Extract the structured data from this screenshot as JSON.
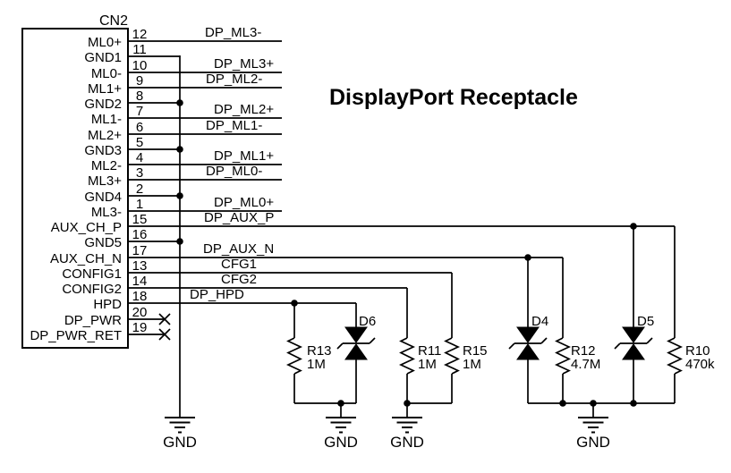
{
  "title": "DisplayPort Receptacle",
  "connector": {
    "ref": "CN2",
    "pins": [
      {
        "number": "12",
        "name": "ML0+"
      },
      {
        "number": "11",
        "name": "GND1"
      },
      {
        "number": "10",
        "name": "ML0-"
      },
      {
        "number": "9",
        "name": "ML1+"
      },
      {
        "number": "8",
        "name": "GND2"
      },
      {
        "number": "7",
        "name": "ML1-"
      },
      {
        "number": "6",
        "name": "ML2+"
      },
      {
        "number": "5",
        "name": "GND3"
      },
      {
        "number": "4",
        "name": "ML2-"
      },
      {
        "number": "3",
        "name": "ML3+"
      },
      {
        "number": "2",
        "name": "GND4"
      },
      {
        "number": "1",
        "name": "ML3-"
      },
      {
        "number": "15",
        "name": "AUX_CH_P"
      },
      {
        "number": "16",
        "name": "GND5"
      },
      {
        "number": "17",
        "name": "AUX_CH_N"
      },
      {
        "number": "13",
        "name": "CONFIG1"
      },
      {
        "number": "14",
        "name": "CONFIG2"
      },
      {
        "number": "18",
        "name": "HPD"
      },
      {
        "number": "20",
        "name": "DP_PWR"
      },
      {
        "number": "19",
        "name": "DP_PWR_RET"
      }
    ]
  },
  "nets": {
    "dp_ml3_n": "DP_ML3-",
    "dp_ml3_p": "DP_ML3+",
    "dp_ml2_n": "DP_ML2-",
    "dp_ml2_p": "DP_ML2+",
    "dp_ml1_n": "DP_ML1-",
    "dp_ml1_p": "DP_ML1+",
    "dp_ml0_n": "DP_ML0-",
    "dp_ml0_p": "DP_ML0+",
    "dp_aux_p": "DP_AUX_P",
    "dp_aux_n": "DP_AUX_N",
    "cfg1": "CFG1",
    "cfg2": "CFG2",
    "dp_hpd": "DP_HPD"
  },
  "components": {
    "r13": {
      "ref": "R13",
      "value": "1M"
    },
    "r11": {
      "ref": "R11",
      "value": "1M"
    },
    "r15": {
      "ref": "R15",
      "value": "1M"
    },
    "r12": {
      "ref": "R12",
      "value": "4.7M"
    },
    "r10": {
      "ref": "R10",
      "value": "470k"
    },
    "d6": {
      "ref": "D6"
    },
    "d4": {
      "ref": "D4"
    },
    "d5": {
      "ref": "D5"
    }
  },
  "labels": {
    "gnd": "GND"
  },
  "colors": {
    "line": "#000000",
    "background": "#ffffff",
    "text": "#000000"
  }
}
